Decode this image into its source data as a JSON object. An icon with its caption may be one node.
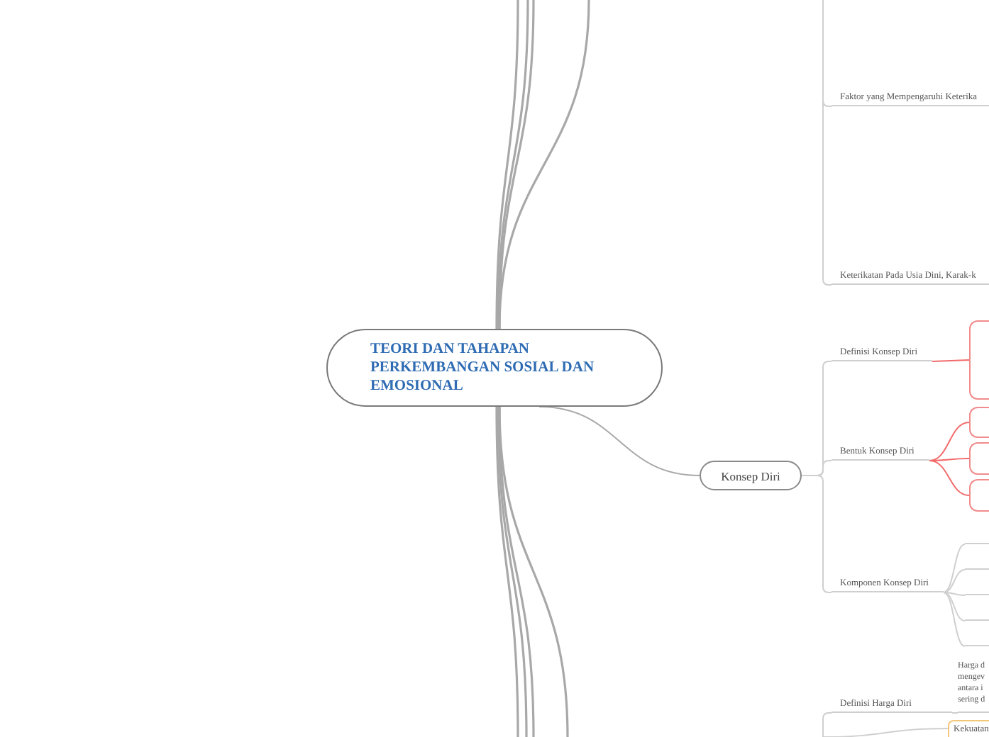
{
  "diagram": {
    "nodes": [
      {
        "text": [
          "TEORI DAN TAHAPAN PERKEMBANGAN SOSIAL DAN EMOSIONAL"
        ]
      },
      {
        "text": [
          "Konsep Diri"
        ]
      },
      {
        "text": [
          "Faktor yang Mempengaruhi Keterika"
        ]
      },
      {
        "text": [
          "Keterikatan Pada Usia Dini, Karak-k"
        ]
      },
      {
        "text": [
          "Definisi Konsep Diri"
        ]
      },
      {
        "text": [
          "Bentuk Konsep Diri"
        ]
      },
      {
        "text": [
          "Komponen Konsep Diri"
        ]
      },
      {
        "text": [
          "Definisi Harga Diri"
        ]
      },
      {
        "text": [],
        "shape": "box"
      },
      {
        "text": [],
        "shape": "box"
      },
      {
        "text": [],
        "shape": "box"
      },
      {
        "text": [],
        "shape": "box"
      },
      {
        "text": [],
        "shape": "bar"
      },
      {
        "text": [],
        "shape": "bar"
      },
      {
        "text": [],
        "shape": "bar"
      },
      {
        "text": [],
        "shape": "bar"
      },
      {
        "text": [],
        "shape": "bar"
      },
      {
        "text": [
          "Harga d mengev antara i sering d"
        ]
      },
      {
        "text": [
          "Kekuatan"
        ]
      }
    ],
    "edges": [
      {
        "from": 0,
        "to": null,
        "arrow": "none"
      },
      {
        "from": 0,
        "to": null,
        "arrow": "none"
      },
      {
        "from": 0,
        "to": null,
        "arrow": "none"
      },
      {
        "from": 0,
        "to": null,
        "arrow": "none"
      },
      {
        "from": 0,
        "to": null,
        "arrow": "none"
      },
      {
        "from": 0,
        "to": null,
        "arrow": "none"
      },
      {
        "from": 0,
        "to": null,
        "arrow": "none"
      },
      {
        "from": 0,
        "to": null,
        "arrow": "none"
      },
      {
        "from": 0,
        "to": 1,
        "arrow": "none"
      },
      {
        "from": null,
        "to": 2,
        "arrow": "none"
      },
      {
        "from": null,
        "to": 3,
        "arrow": "none"
      },
      {
        "from": 1,
        "to": 4,
        "arrow": "none"
      },
      {
        "from": 1,
        "to": 5,
        "arrow": "none"
      },
      {
        "from": 1,
        "to": 6,
        "arrow": "none"
      },
      {
        "from": null,
        "to": 7,
        "arrow": "none"
      },
      {
        "from": 4,
        "to": 8,
        "arrow": "none",
        "color": "#f26b6b"
      },
      {
        "from": 5,
        "to": 9,
        "arrow": "none",
        "color": "#f26b6b"
      },
      {
        "from": 5,
        "to": 10,
        "arrow": "none",
        "color": "#f26b6b"
      },
      {
        "from": 5,
        "to": 11,
        "arrow": "none",
        "color": "#f26b6b"
      },
      {
        "from": 6,
        "to": 12,
        "arrow": "none"
      },
      {
        "from": 6,
        "to": 13,
        "arrow": "none"
      },
      {
        "from": 6,
        "to": 14,
        "arrow": "none"
      },
      {
        "from": 6,
        "to": 15,
        "arrow": "none"
      },
      {
        "from": 6,
        "to": 16,
        "arrow": "none"
      },
      {
        "from": 7,
        "to": 17,
        "arrow": "none"
      },
      {
        "from": null,
        "to": 18,
        "arrow": "none"
      }
    ]
  }
}
